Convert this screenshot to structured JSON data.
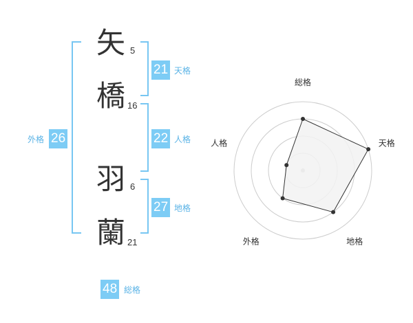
{
  "name_chars": [
    {
      "char": "矢",
      "strokes": "5"
    },
    {
      "char": "橋",
      "strokes": "16"
    },
    {
      "char": "羽",
      "strokes": "6"
    },
    {
      "char": "蘭",
      "strokes": "21"
    }
  ],
  "kakusu": {
    "tenkaku": {
      "value": "21",
      "label": "天格"
    },
    "jinkaku": {
      "value": "22",
      "label": "人格"
    },
    "chikaku": {
      "value": "27",
      "label": "地格"
    },
    "gaikaku": {
      "value": "26",
      "label": "外格"
    },
    "soukaku": {
      "value": "48",
      "label": "総格"
    }
  },
  "chart_data": {
    "type": "radar",
    "axes": [
      "総格",
      "天格",
      "地格",
      "外格",
      "人格"
    ],
    "values": [
      3,
      4,
      3,
      2,
      1
    ],
    "rmax": 4,
    "rings": 4,
    "colors": {
      "ring": "#cccccc",
      "fill": "#f2f2f2",
      "stroke": "#333333",
      "point": "#333333",
      "center": "#bbbbbb"
    }
  }
}
